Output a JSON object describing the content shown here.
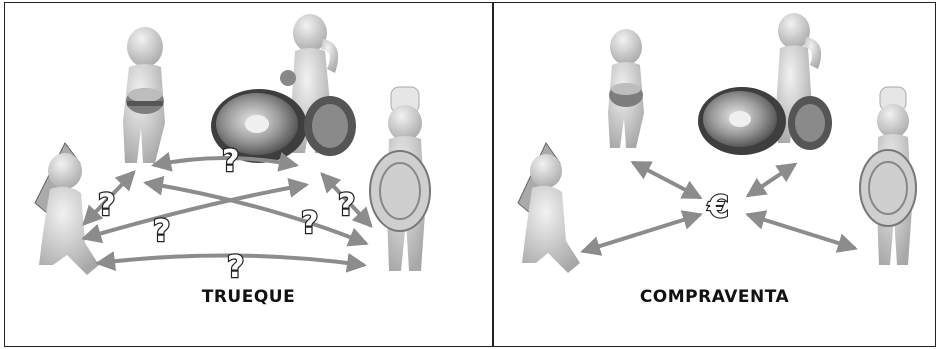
{
  "left_panel": {
    "caption": "TRUEQUE"
  },
  "right_panel": {
    "caption": "COMPRAVENTA",
    "currency_symbol": "€"
  },
  "exchange_marker": "?",
  "figures": [
    "figure-burger-holder",
    "figure-fruit-thinker",
    "figure-kiwi",
    "figure-chef",
    "figure-crouching-fish"
  ],
  "colors": {
    "arrow": "#8c8c8c",
    "figure": "#d2d2d2",
    "figure_shadow": "#9a9a9a",
    "border": "#222222"
  }
}
